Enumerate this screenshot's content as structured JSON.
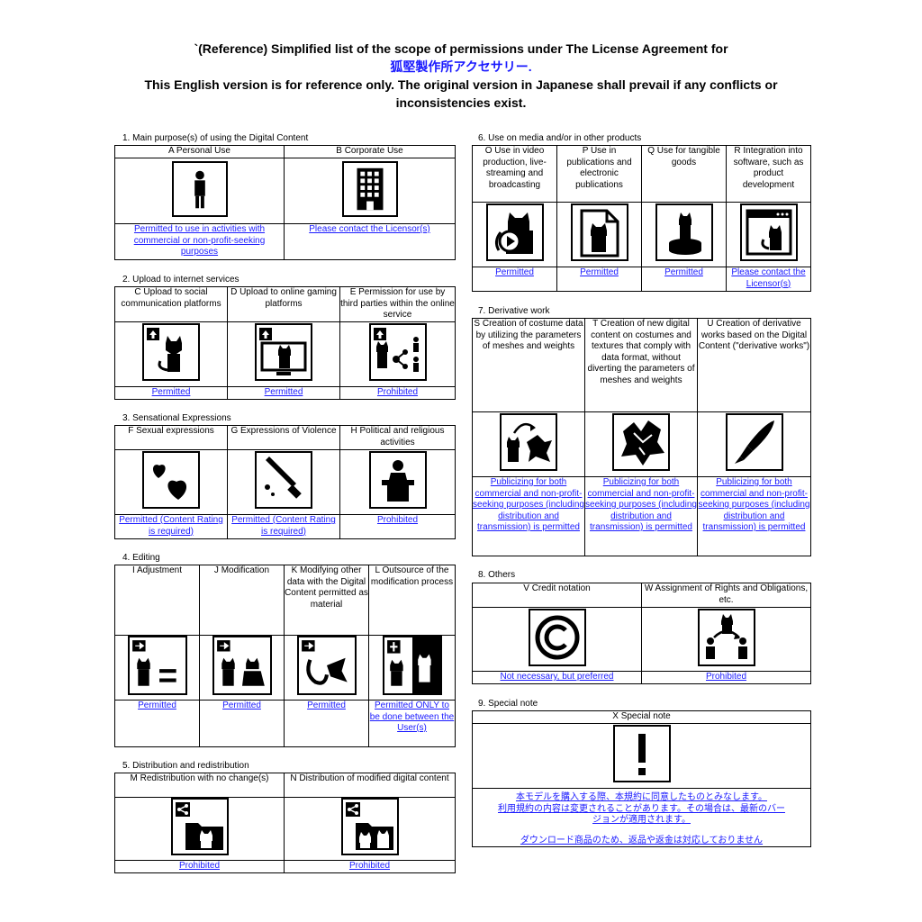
{
  "header": {
    "line1": "`(Reference) Simplified list of the scope of permissions under The License Agreement for",
    "line2": "狐堅製作所アクセサリー.",
    "line3": "This English version is for reference only. The original version in Japanese shall prevail if any conflicts or",
    "line4": "inconsistencies exist."
  },
  "colors": {
    "text": "#000000",
    "link": "#1a1aff"
  },
  "s1": {
    "title": "1. Main purpose(s) of using the Digital Content",
    "cols": [
      {
        "label": "A Personal Use",
        "icon": "person-icon",
        "result": "Permitted to use in activities with commercial or non-profit-seeking purposes"
      },
      {
        "label": "B  Corporate Use",
        "icon": "building-icon",
        "result": "Please contact the Licensor(s)"
      }
    ]
  },
  "s2": {
    "title": "2. Upload to internet services",
    "cols": [
      {
        "label": "C Upload to social communication platforms",
        "icon": "upload-cat-icon",
        "result": "Permitted"
      },
      {
        "label": "D Upload to online gaming platforms",
        "icon": "upload-monitor-cat-icon",
        "result": "Permitted"
      },
      {
        "label": "E Permission for use by third parties within the online service",
        "icon": "share-people-icon",
        "result": "Prohibited"
      }
    ]
  },
  "s3": {
    "title": "3. Sensational Expressions",
    "cols": [
      {
        "label": "F Sexual expressions",
        "icon": "hearts-icon",
        "result": "Permitted (Content Rating is required)"
      },
      {
        "label": "G Expressions of Violence",
        "icon": "knife-icon",
        "result": "Permitted (Content Rating is required)"
      },
      {
        "label": "H Political and religious activities",
        "icon": "podium-icon",
        "result": "Prohibited"
      }
    ]
  },
  "s4": {
    "title": "4. Editing",
    "cols": [
      {
        "label": "I Adjustment",
        "icon": "adjust-cat-icon",
        "result": "Permitted"
      },
      {
        "label": "J Modification",
        "icon": "modify-cat-icon",
        "result": "Permitted"
      },
      {
        "label": "K Modifying other data with the Digital Content permitted as material",
        "icon": "material-icon",
        "result": "Permitted"
      },
      {
        "label": "L Outsource of the modification process",
        "icon": "outsource-icon",
        "result": "Permitted ONLY to be done between the User(s)"
      }
    ]
  },
  "s5": {
    "title": "5. Distribution and redistribution",
    "cols": [
      {
        "label": "M Redistribution with no change(s)",
        "icon": "share-folder-icon",
        "result": "Prohibited"
      },
      {
        "label": "N Distribution of modified digital content",
        "icon": "share-modified-icon",
        "result": "Prohibited"
      }
    ]
  },
  "s6": {
    "title": "6. Use on media and/or in other products",
    "cols": [
      {
        "label": "O Use in video production, live-streaming and broadcasting",
        "icon": "video-cat-icon",
        "result": "Permitted"
      },
      {
        "label": "P Use in publications and electronic publications",
        "icon": "document-cat-icon",
        "result": "Permitted"
      },
      {
        "label": "Q Use for tangible goods",
        "icon": "figure-icon",
        "result": "Permitted"
      },
      {
        "label": "R Integration into software, such as product development",
        "icon": "software-window-icon",
        "result": "Please contact the Licensor(s)"
      }
    ]
  },
  "s7": {
    "title": "7. Derivative work",
    "cols": [
      {
        "label": "S Creation of costume data by utilizing the parameters of meshes and weights",
        "icon": "costume-icon",
        "result": "Publicizing for both commercial and non-profit-seeking purposes (including distribution and transmission) is permitted"
      },
      {
        "label": "T Creation of new digital content on costumes and textures that comply with data format, without diverting the parameters of meshes and weights",
        "icon": "texture-icon",
        "result": "Publicizing for both commercial and non-profit-seeking purposes (including distribution and transmission) is permitted"
      },
      {
        "label": "U Creation of derivative works based on the Digital Content (\"derivative works\")",
        "icon": "pen-icon",
        "result": "Publicizing for both commercial and non-profit-seeking purposes (including distribution and transmission) is permitted"
      }
    ]
  },
  "s8": {
    "title": "8. Others",
    "cols": [
      {
        "label": "V Credit notation",
        "icon": "copyright-icon",
        "result": "Not necessary, but preferred"
      },
      {
        "label": "W Assignment of Rights and Obligations, etc.",
        "icon": "transfer-icon",
        "result": "Prohibited"
      }
    ]
  },
  "s9": {
    "title": "9. Special note",
    "label": "X Special note",
    "icon": "exclamation-icon",
    "note1": "本モデルを購入する際、本規約に同意したものとみなします。",
    "note2": "利用規約の内容は変更されることがあります。その場合は、最新のバー",
    "note3": "ジョンが適用されます。",
    "note4": "ダウンロード商品のため、返品や返金は対応しておりません"
  }
}
